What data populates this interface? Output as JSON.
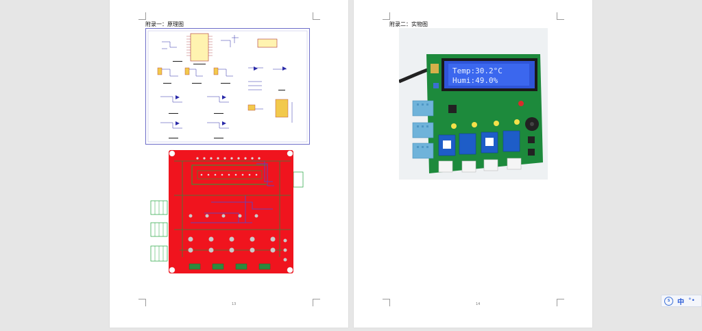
{
  "pages": [
    {
      "heading": "附录一：原理图",
      "page_number": "13"
    },
    {
      "heading": "附录二：实物图",
      "page_number": "14"
    }
  ],
  "lcd": {
    "line1": "Temp:30.2°C",
    "line2": "Humi:49.0%"
  },
  "ime": {
    "lang": "中",
    "logo": "ime-logo-icon",
    "settings": "settings-icon"
  },
  "colors": {
    "pcb_copper": "#f0141e",
    "pcb_green": "#1fa33a",
    "schematic_border": "#6d6dc8",
    "board_green": "#1d8a3c",
    "lcd_blue": "#2f55d8"
  }
}
